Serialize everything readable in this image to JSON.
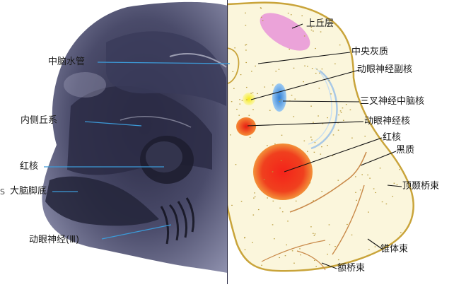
{
  "labels": {
    "left": {
      "aqueduct": "中脑水管",
      "medial_lemniscus": "内侧丘系",
      "red_nucleus": "红核",
      "crus_cerebri": "大脑脚底",
      "oculomotor_nerve": "动眼神经(Ⅲ)",
      "edge_mark": "S"
    },
    "right": {
      "superior_colliculus": "上丘层",
      "central_gray": "中央灰质",
      "accessory_oculomotor": "动眼神经副核",
      "trigeminal_mesencephalic": "三叉神经中脑核",
      "oculomotor_nucleus": "动眼神经核",
      "red_nucleus": "红核",
      "substantia_nigra": "黑质",
      "parietotemporopontine": "顶颞桥束",
      "pyramidal_tract": "锥体束",
      "frontopontine": "额桥束"
    }
  },
  "colors": {
    "section_fill": "#fbf6dc",
    "section_outline": "#c9a43a",
    "superior_colliculus": "#e99ad8",
    "red_nucleus": "#ee3a1c",
    "trigeminal_nucleus": "#3d8fe0",
    "accessory_nucleus": "#f2e21a",
    "leader_line": "#3c9ad8",
    "pointer_line": "#111111"
  }
}
